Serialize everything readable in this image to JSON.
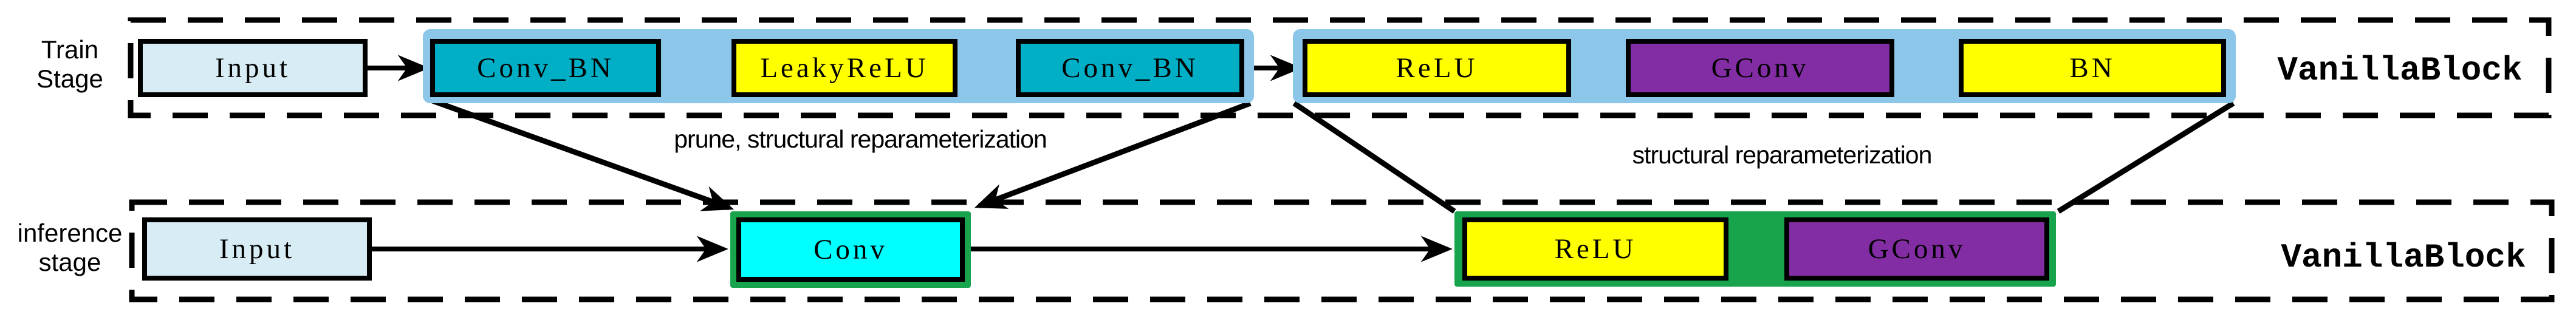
{
  "train_stage": {
    "label_line1": "Train",
    "label_line2": "Stage",
    "block_label": "VanillaBlock",
    "boxes": {
      "input": "Input",
      "conv_bn1": "Conv_BN",
      "leakyrelu": "LeakyReLU",
      "conv_bn2": "Conv_BN",
      "relu": "ReLU",
      "gconv": "GConv",
      "bn": "BN"
    }
  },
  "inference_stage": {
    "label_line1": "inference",
    "label_line2": "stage",
    "block_label": "VanillaBlock",
    "boxes": {
      "input": "Input",
      "conv": "Conv",
      "relu": "ReLU",
      "gconv": "GConv"
    }
  },
  "annotations": {
    "prune": "prune, structural reparameterization",
    "reparam": "structural reparameterization"
  },
  "colors": {
    "input_fill": "#d7ecf4",
    "train_group_bg": "#8cc6e9",
    "conv_bn_fill": "#00aec6",
    "activation_fill": "#ffff00",
    "gconv_fill": "#832da4",
    "conv_fill": "#00ffff",
    "merge_group_bg": "#18a44c",
    "line_color": "#000000"
  }
}
